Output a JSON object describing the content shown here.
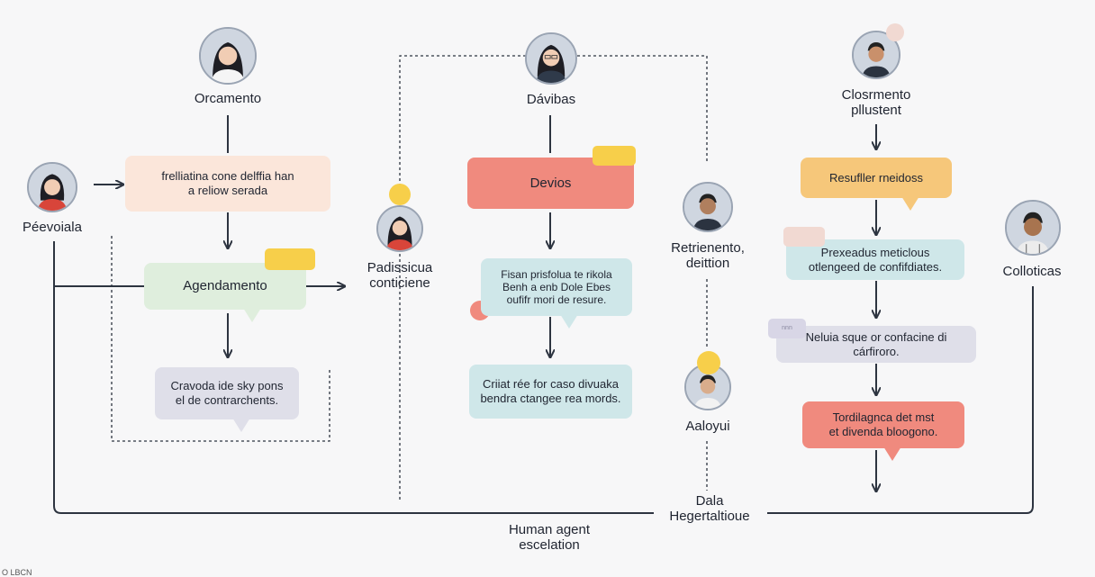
{
  "colors": {
    "line": "#2d3440",
    "peach": "#fbe6da",
    "green": "#dfeedd",
    "lavender": "#dfdfe9",
    "salmon": "#f08a7e",
    "teal": "#cfe7e9",
    "orange": "#f6c77a",
    "yellow": "#f7cf4a",
    "pink": "#f1d9d2",
    "chip_lavender": "#d8d6e6"
  },
  "people": {
    "orcamento": "Orcamento",
    "pevoiala": "Péevoiala",
    "davibas": "Dávibas",
    "padissicua_1": "Padissicua",
    "padissicua_2": "conticiene",
    "retriento_1": "Retrienento,",
    "retriento_2": "deittion",
    "aaloyui": "Aaloyui",
    "closrmento_1": "Closrmento",
    "closrmento_2": "pllustent",
    "colloticas": "Colloticas"
  },
  "bubbles": {
    "frelliatina": [
      "frelliatina cone delffia han",
      "a reliow serada"
    ],
    "agendamento": "Agendamento",
    "cravoda": [
      "Cravoda ide sky pons",
      "el de contrarchents."
    ],
    "devios": "Devios",
    "fisan": [
      "Fisan prisfolua te rikola",
      "Benh a  enb  Dole Ebes",
      "oufifr mori de resure."
    ],
    "criiat": [
      "Criiat rée for caso divuaka",
      "bendra ctangee rea mords."
    ],
    "resuffler": "Resufller rneidoss",
    "prexeadus": [
      "Prexeadus meticlous",
      "otlengeed de confifdiates."
    ],
    "nelusa": "Neluia sque or confacine di cárfiroro.",
    "tordilagnca": [
      "Tordilagnca det mst",
      "et divenda bloogono."
    ]
  },
  "chips": {
    "nelusa_tag": "nnn"
  },
  "bottom": {
    "human_1": "Human agent",
    "human_2": "escelation",
    "dala_1": "Dala",
    "dala_2": "Hegertaltioue"
  },
  "corner_note": "O LBCN"
}
